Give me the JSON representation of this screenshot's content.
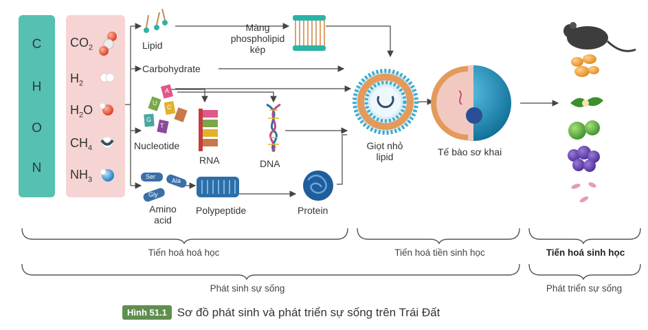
{
  "elements": [
    "C",
    "H",
    "O",
    "N"
  ],
  "molecules": [
    {
      "base": "CO",
      "sub": "2"
    },
    {
      "base": "H",
      "sub": "2"
    },
    {
      "base": "H",
      "sub": "2",
      "tail": "O"
    },
    {
      "base": "CH",
      "sub": "4"
    },
    {
      "base": "NH",
      "sub": "3"
    }
  ],
  "labels": {
    "lipid": "Lipid",
    "membrane_line1": "Màng",
    "membrane_line2": "phospholipid",
    "membrane_line3": "kép",
    "carbohydrate": "Carbohydrate",
    "nucleotide": "Nucleotide",
    "rna": "RNA",
    "dna": "DNA",
    "amino_line1": "Amino",
    "amino_line2": "acid",
    "polypeptide": "Polypeptide",
    "protein": "Protein",
    "droplet_line1": "Giọt nhỏ",
    "droplet_line2": "lipid",
    "protocell": "Tế bào sơ khai",
    "ser": "Ser",
    "ala": "Ala",
    "gly": "Gly",
    "nuc_a": "A",
    "nuc_u": "U",
    "nuc_g": "G",
    "nuc_t": "T",
    "nuc_c": "C"
  },
  "phases": {
    "chemical": "Tiến hoá hoá học",
    "prebiotic": "Tiến hoá tiền sinh học",
    "biological": "Tiến hoá sinh học",
    "origin": "Phát sinh sự sống",
    "development": "Phát triển sự sống"
  },
  "caption": {
    "badge": "Hình 51.1",
    "text": "Sơ đồ phát sinh và phát triển sự sống trên Trái Đất"
  },
  "colors": {
    "elements_bg": "#56c0b2",
    "molecules_bg": "#f6d4d4",
    "badge_bg": "#5f8f4f",
    "droplet_blue": "#3aa9d0",
    "cell_blue": "#1f86b0"
  }
}
